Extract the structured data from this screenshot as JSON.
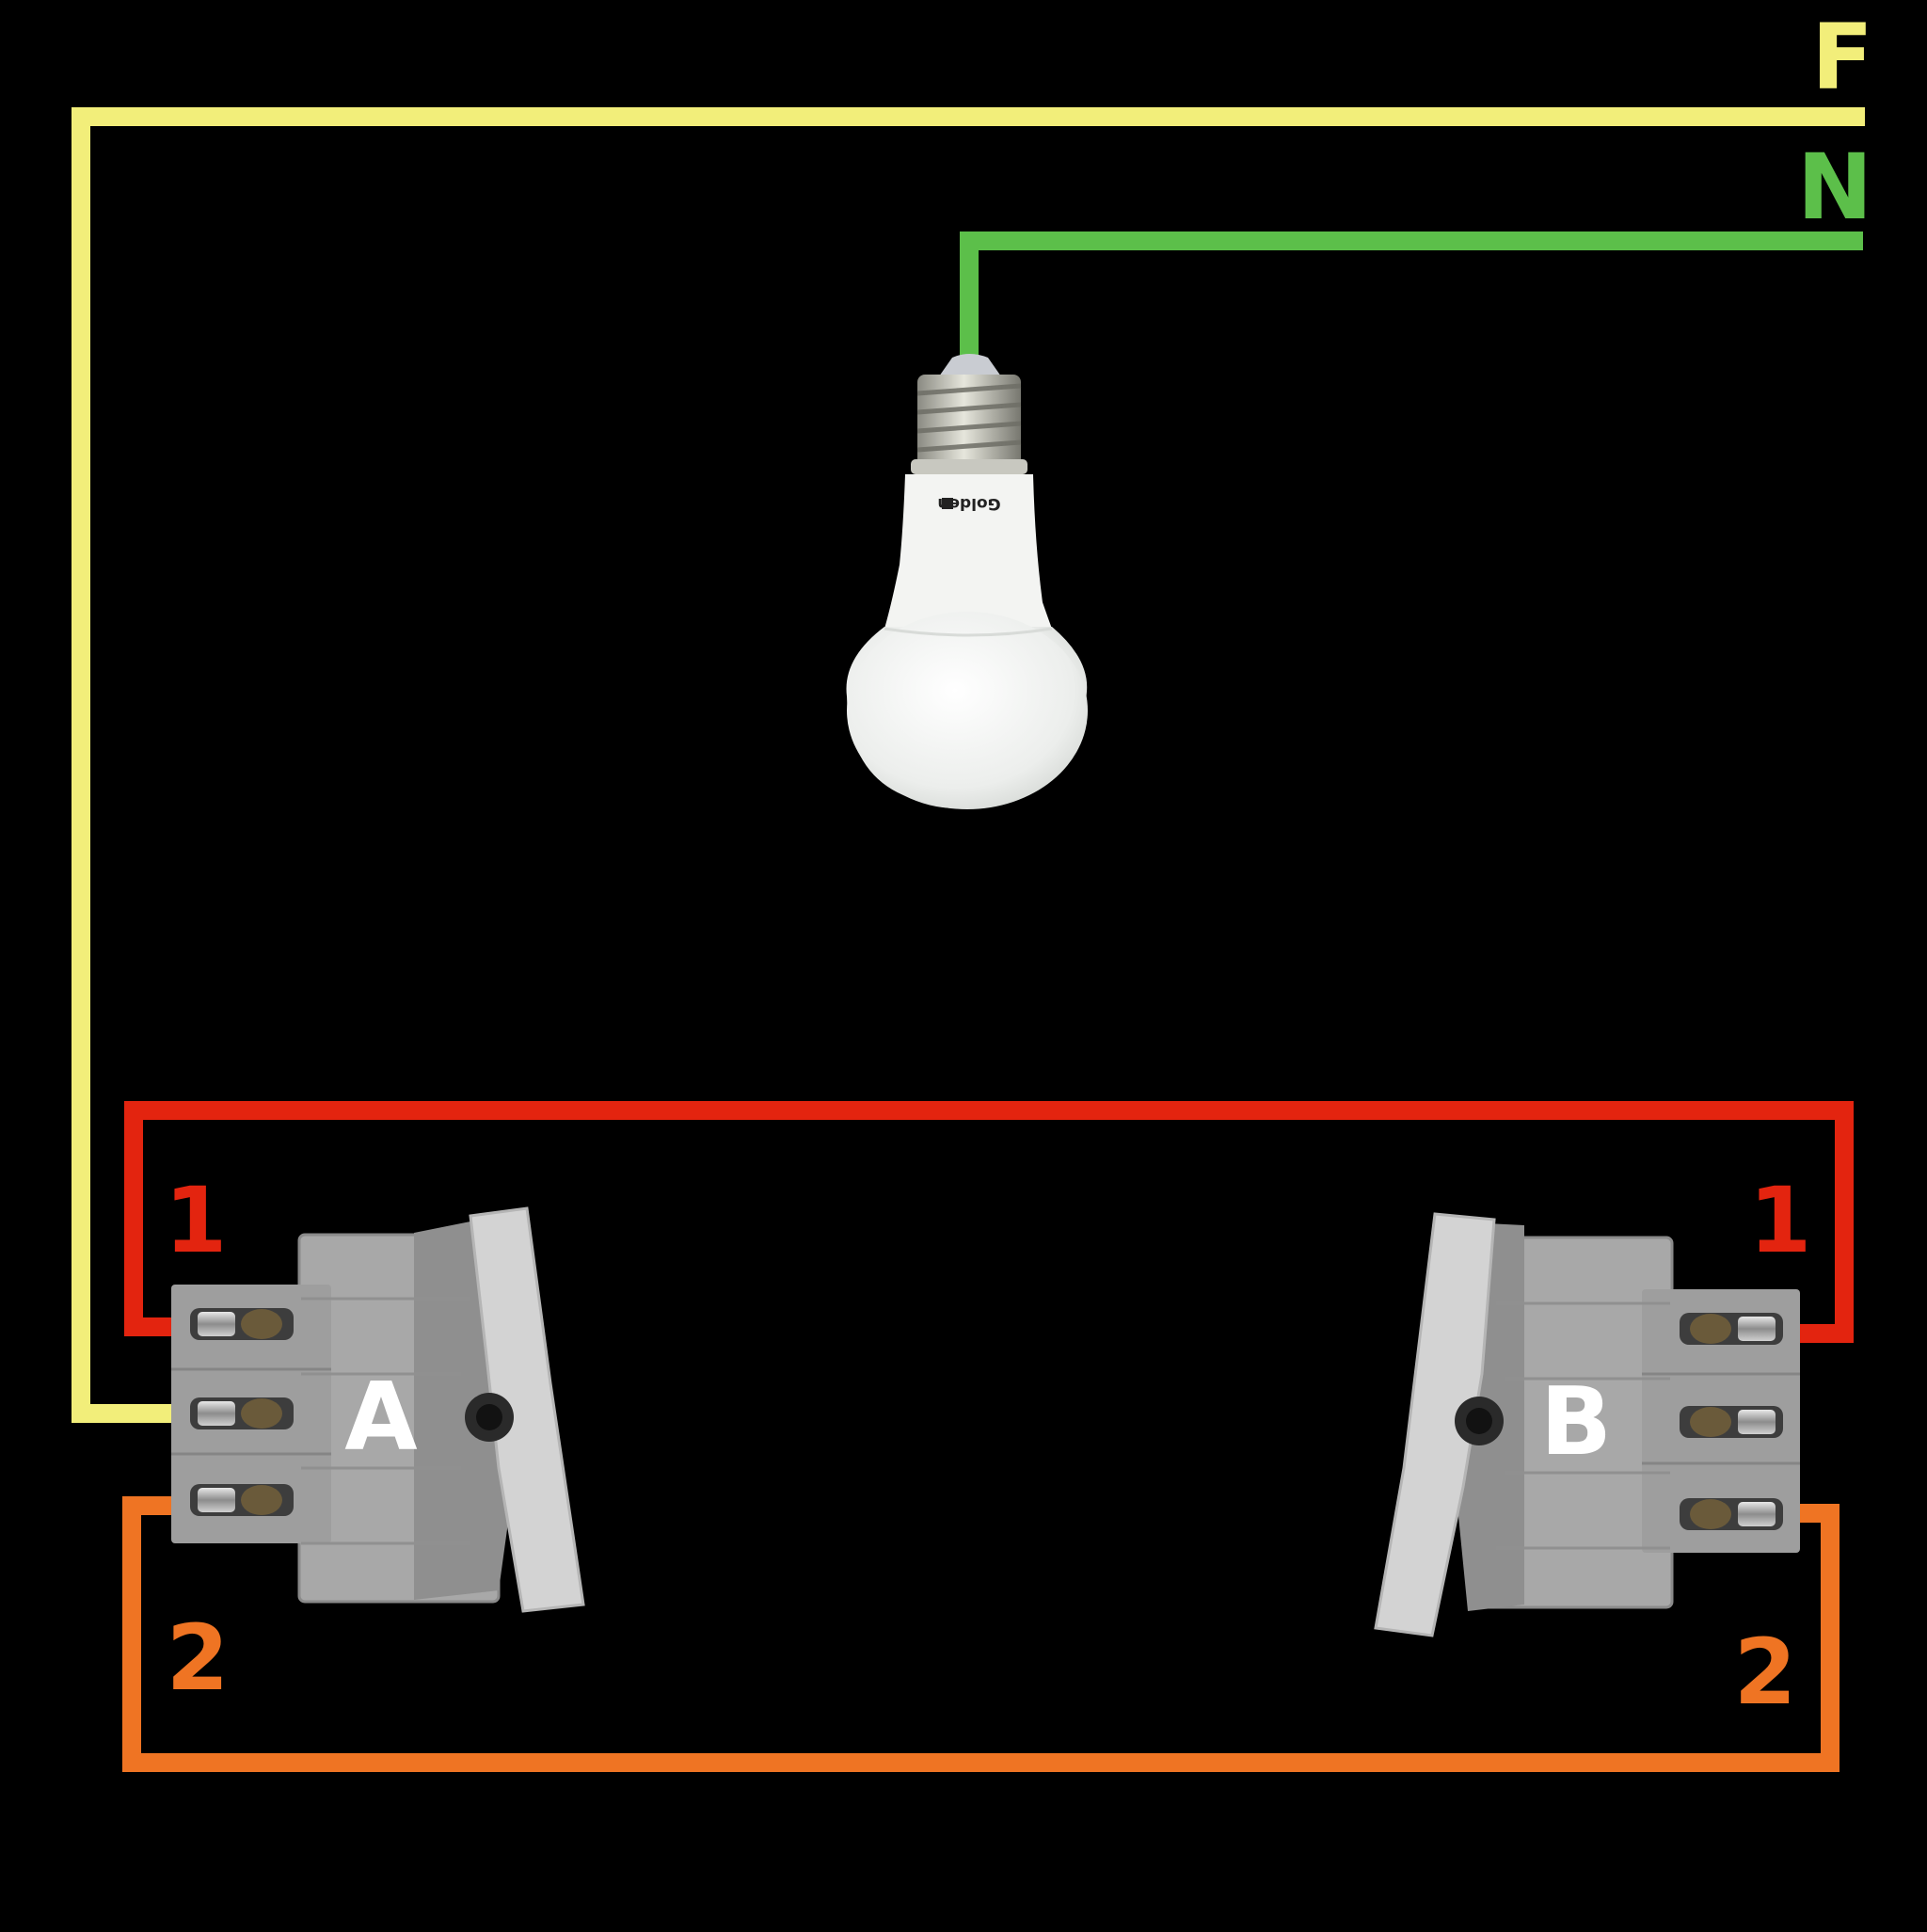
{
  "labels": {
    "phase": "F",
    "neutral": "N",
    "switch_a": "A",
    "switch_b": "B",
    "a_terminal_1": "1",
    "a_terminal_2": "2",
    "b_terminal_1": "1",
    "b_terminal_2": "2",
    "bulb_brand": "Golden"
  },
  "colors": {
    "phase": "#f2ee7a",
    "neutral": "#5cbf4a",
    "traveler_1": "#e3240f",
    "traveler_2": "#ef7423",
    "switch_body": "#a6a6a6",
    "switch_rocker": "#d3d3d3",
    "bulb": "#eef0ee",
    "background": "#000000",
    "switch_letter": "#ffffff"
  },
  "icons": {
    "bulb": "light-bulb-icon",
    "switch": "rocker-switch-icon"
  }
}
